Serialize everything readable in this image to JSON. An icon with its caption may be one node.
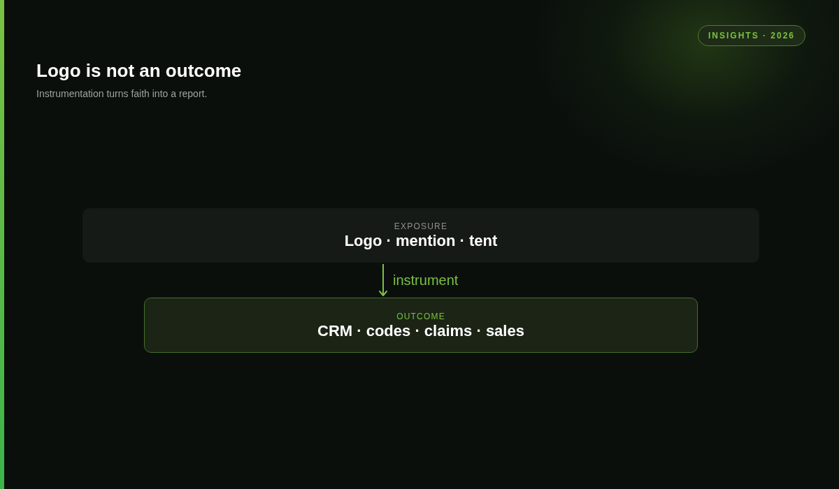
{
  "diagram": {
    "title": "Logo is not an outcome",
    "nodes": [
      {
        "text": [
          "EXPOSURE",
          "Logo · mention · tent"
        ]
      },
      {
        "text": [
          "OUTCOME",
          "CRM · codes · claims · sales"
        ]
      }
    ],
    "edges": [
      {
        "from": 0,
        "to": 1,
        "arrow": "to",
        "label": "instrument"
      }
    ],
    "labels": [
      "INSIGHTS · 2026",
      "Instrumentation turns faith into a report."
    ]
  }
}
